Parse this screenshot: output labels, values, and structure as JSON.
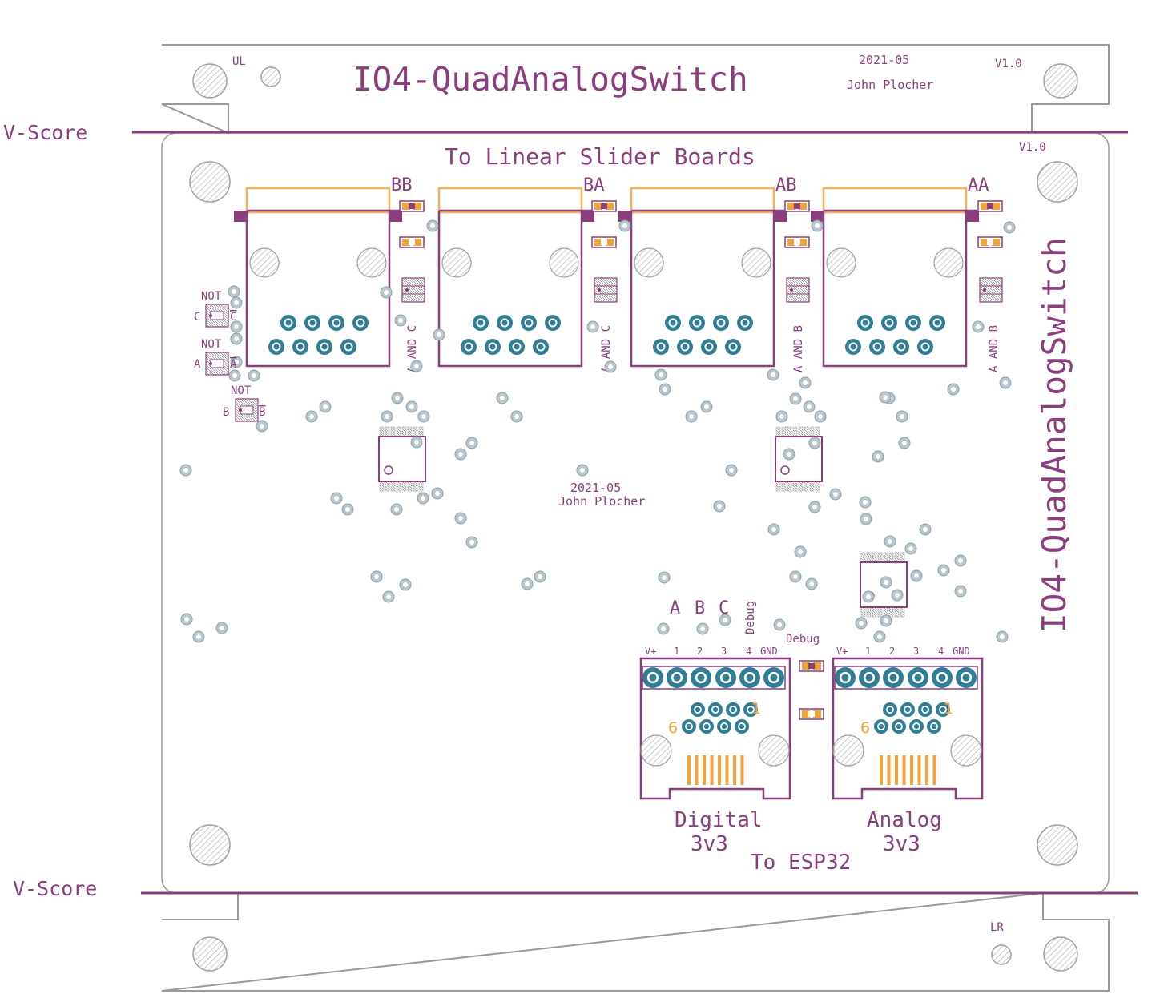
{
  "colors": {
    "silk": "#8a3f7c",
    "board_outline": "#9a9a9a",
    "pad_teal": "#2f7e95",
    "copper_orange": "#f2a33a",
    "hole_hatch": "#9a9a9a"
  },
  "labels": {
    "vscore_top": "V-Score",
    "vscore_bottom": "V-Score",
    "ul": "UL",
    "lr": "LR",
    "title_top": "IO4-QuadAnalogSwitch",
    "title_side": "IO4-QuadAnalogSwitch",
    "date_top": "2021-05",
    "author_top": "John Plocher",
    "version_top": "V1.0",
    "version_board": "V1.0",
    "to_linear": "To Linear Slider Boards",
    "date_mid": "2021-05",
    "author_mid": "John Plocher",
    "to_esp32": "To ESP32",
    "not1": "NOT",
    "not2": "NOT",
    "not3": "NOT",
    "sig_c": "C",
    "sig_cbar": "C",
    "sig_a": "A",
    "sig_abar": "A",
    "sig_b": "B",
    "sig_bbar": "B",
    "abc_a": "A",
    "abc_b": "B",
    "abc_c": "C",
    "debug_vertical": "Debug",
    "debug_horizontal": "Debug",
    "digital_line1": "Digital",
    "digital_line2": "3v3",
    "analog_line1": "Analog",
    "analog_line2": "3v3"
  },
  "connectors_top": [
    {
      "name": "BB",
      "and_label": "A AND C"
    },
    {
      "name": "BA",
      "and_label": "A AND C"
    },
    {
      "name": "AB",
      "and_label": "A AND B"
    },
    {
      "name": "AA",
      "and_label": "A AND B"
    }
  ],
  "header_pins": [
    "V+",
    "1",
    "2",
    "3",
    "4",
    "GND"
  ],
  "rj_pin_first": "1",
  "rj_pin_last": "6"
}
